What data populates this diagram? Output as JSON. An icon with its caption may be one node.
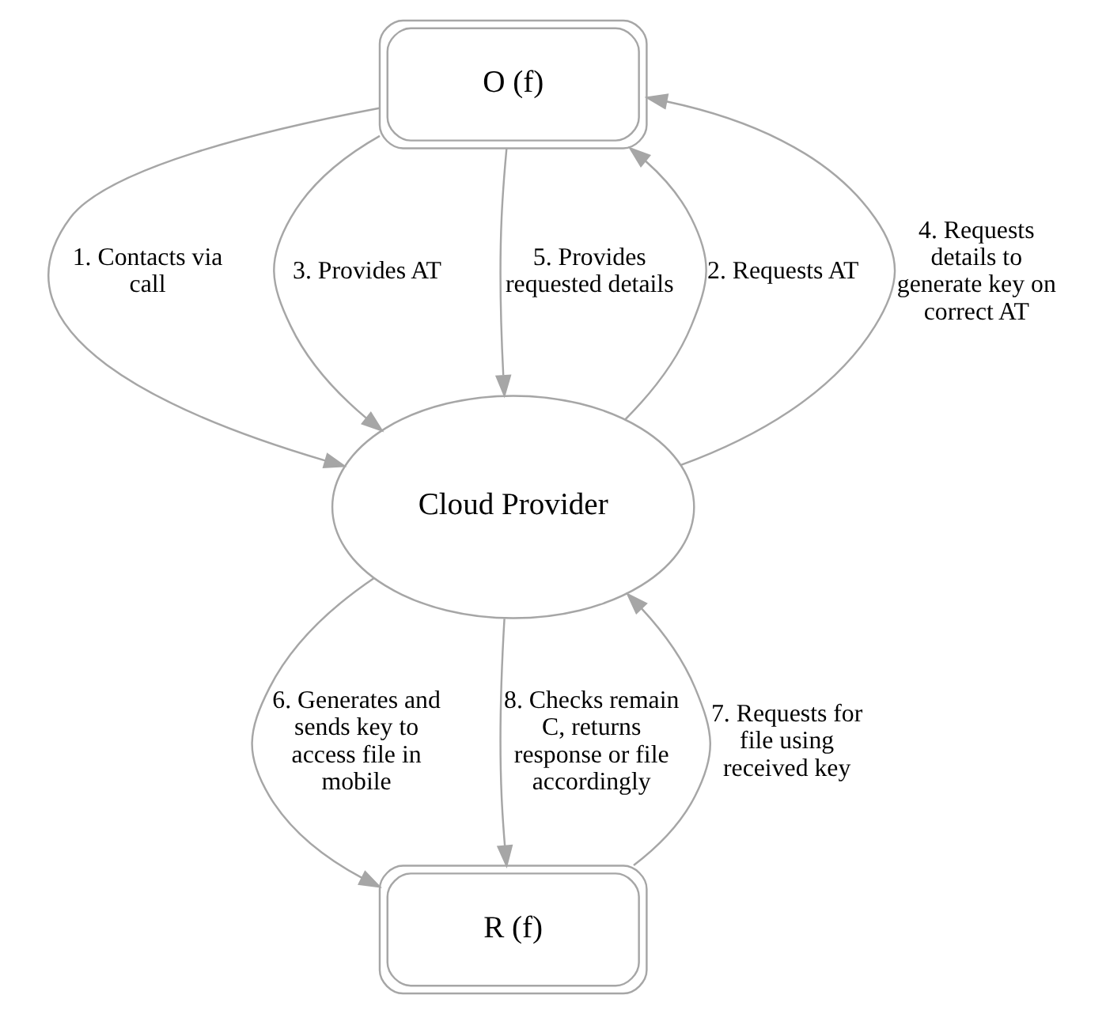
{
  "diagram": {
    "nodes": [
      {
        "text": [
          "O (f)"
        ]
      },
      {
        "text": [
          "Cloud Provider"
        ]
      },
      {
        "text": [
          "R (f)"
        ]
      }
    ],
    "edges": [
      {
        "from": 0,
        "to": 1,
        "arrow": "to",
        "label": "1. Contacts via call"
      },
      {
        "from": 1,
        "to": 0,
        "arrow": "to",
        "label": "2. Requests AT"
      },
      {
        "from": 0,
        "to": 1,
        "arrow": "to",
        "label": "3. Provides AT"
      },
      {
        "from": 1,
        "to": 0,
        "arrow": "to",
        "label": "4. Requests details to generate key on correct AT"
      },
      {
        "from": 0,
        "to": 1,
        "arrow": "to",
        "label": "5. Provides requested details"
      },
      {
        "from": 1,
        "to": 2,
        "arrow": "to",
        "label": "6. Generates and sends key to access file in mobile"
      },
      {
        "from": 2,
        "to": 1,
        "arrow": "to",
        "label": "7. Requests for file using received key"
      },
      {
        "from": 1,
        "to": 2,
        "arrow": "to",
        "label": "8. Checks remain C, returns response or file accordingly"
      }
    ]
  }
}
